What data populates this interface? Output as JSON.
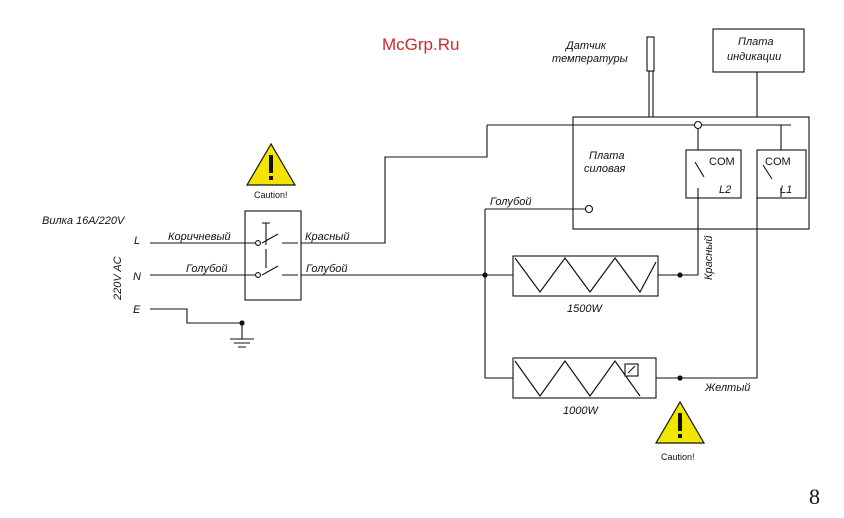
{
  "watermark": "McGrp.Ru",
  "page_number": "8",
  "labels": {
    "temp_sensor": [
      "Датчик",
      "температуры"
    ],
    "indication_board": [
      "Плата",
      "индикации"
    ],
    "power_board": [
      "Плата",
      "силовая"
    ],
    "plug": "Вилка 16А/220V",
    "voltage": "220V AC",
    "L": "L",
    "N": "N",
    "E": "E",
    "wire_brown": "Коричневый",
    "wire_blue_in": "Голубой",
    "wire_red_out": "Красный",
    "wire_blue_out": "Голубой",
    "wire_blue_top": "Голубой",
    "wire_red_vert": "Красный",
    "wire_yellow": "Желтый",
    "relay_com1": "COM",
    "relay_l2": "L2",
    "relay_com2": "COM",
    "relay_l1": "L1",
    "heater1": "1500W",
    "heater2": "1000W",
    "caution1": "Caution!",
    "caution2": "Caution!"
  },
  "colors": {
    "caution_fill": "#f2e600",
    "watermark": "#c92a2a"
  }
}
